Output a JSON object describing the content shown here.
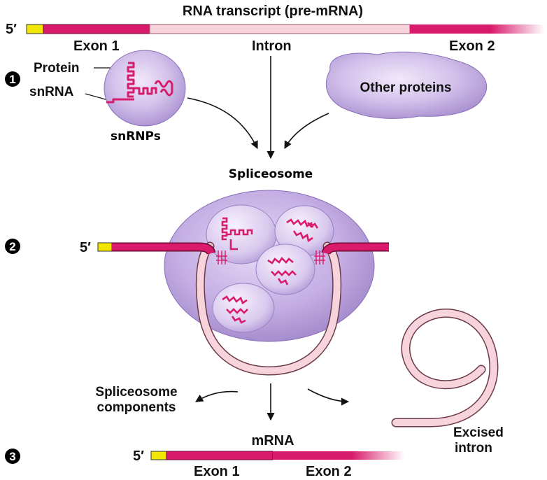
{
  "title": "RNA transcript (pre-mRNA)",
  "five_prime": "5′",
  "labels": {
    "exon1": "Exon 1",
    "intron": "Intron",
    "exon2": "Exon 2",
    "protein": "Protein",
    "snrna": "snRNA",
    "snrnps": "snRNPs",
    "other_proteins": "Other proteins",
    "spliceosome": "Spliceosome",
    "spliceosome_components_1": "Spliceosome",
    "spliceosome_components_2": "components",
    "mrna": "mRNA",
    "excised_1": "Excised",
    "excised_2": "intron",
    "mrna_exon1": "Exon 1",
    "mrna_exon2": "Exon 2"
  },
  "steps": [
    "1",
    "2",
    "3"
  ],
  "colors": {
    "exon": "#d81b6a",
    "intron": "#f7d3dc",
    "cap": "#f2e600",
    "lavender": "#c9b3e3",
    "lavender_dark": "#9d82c7"
  }
}
